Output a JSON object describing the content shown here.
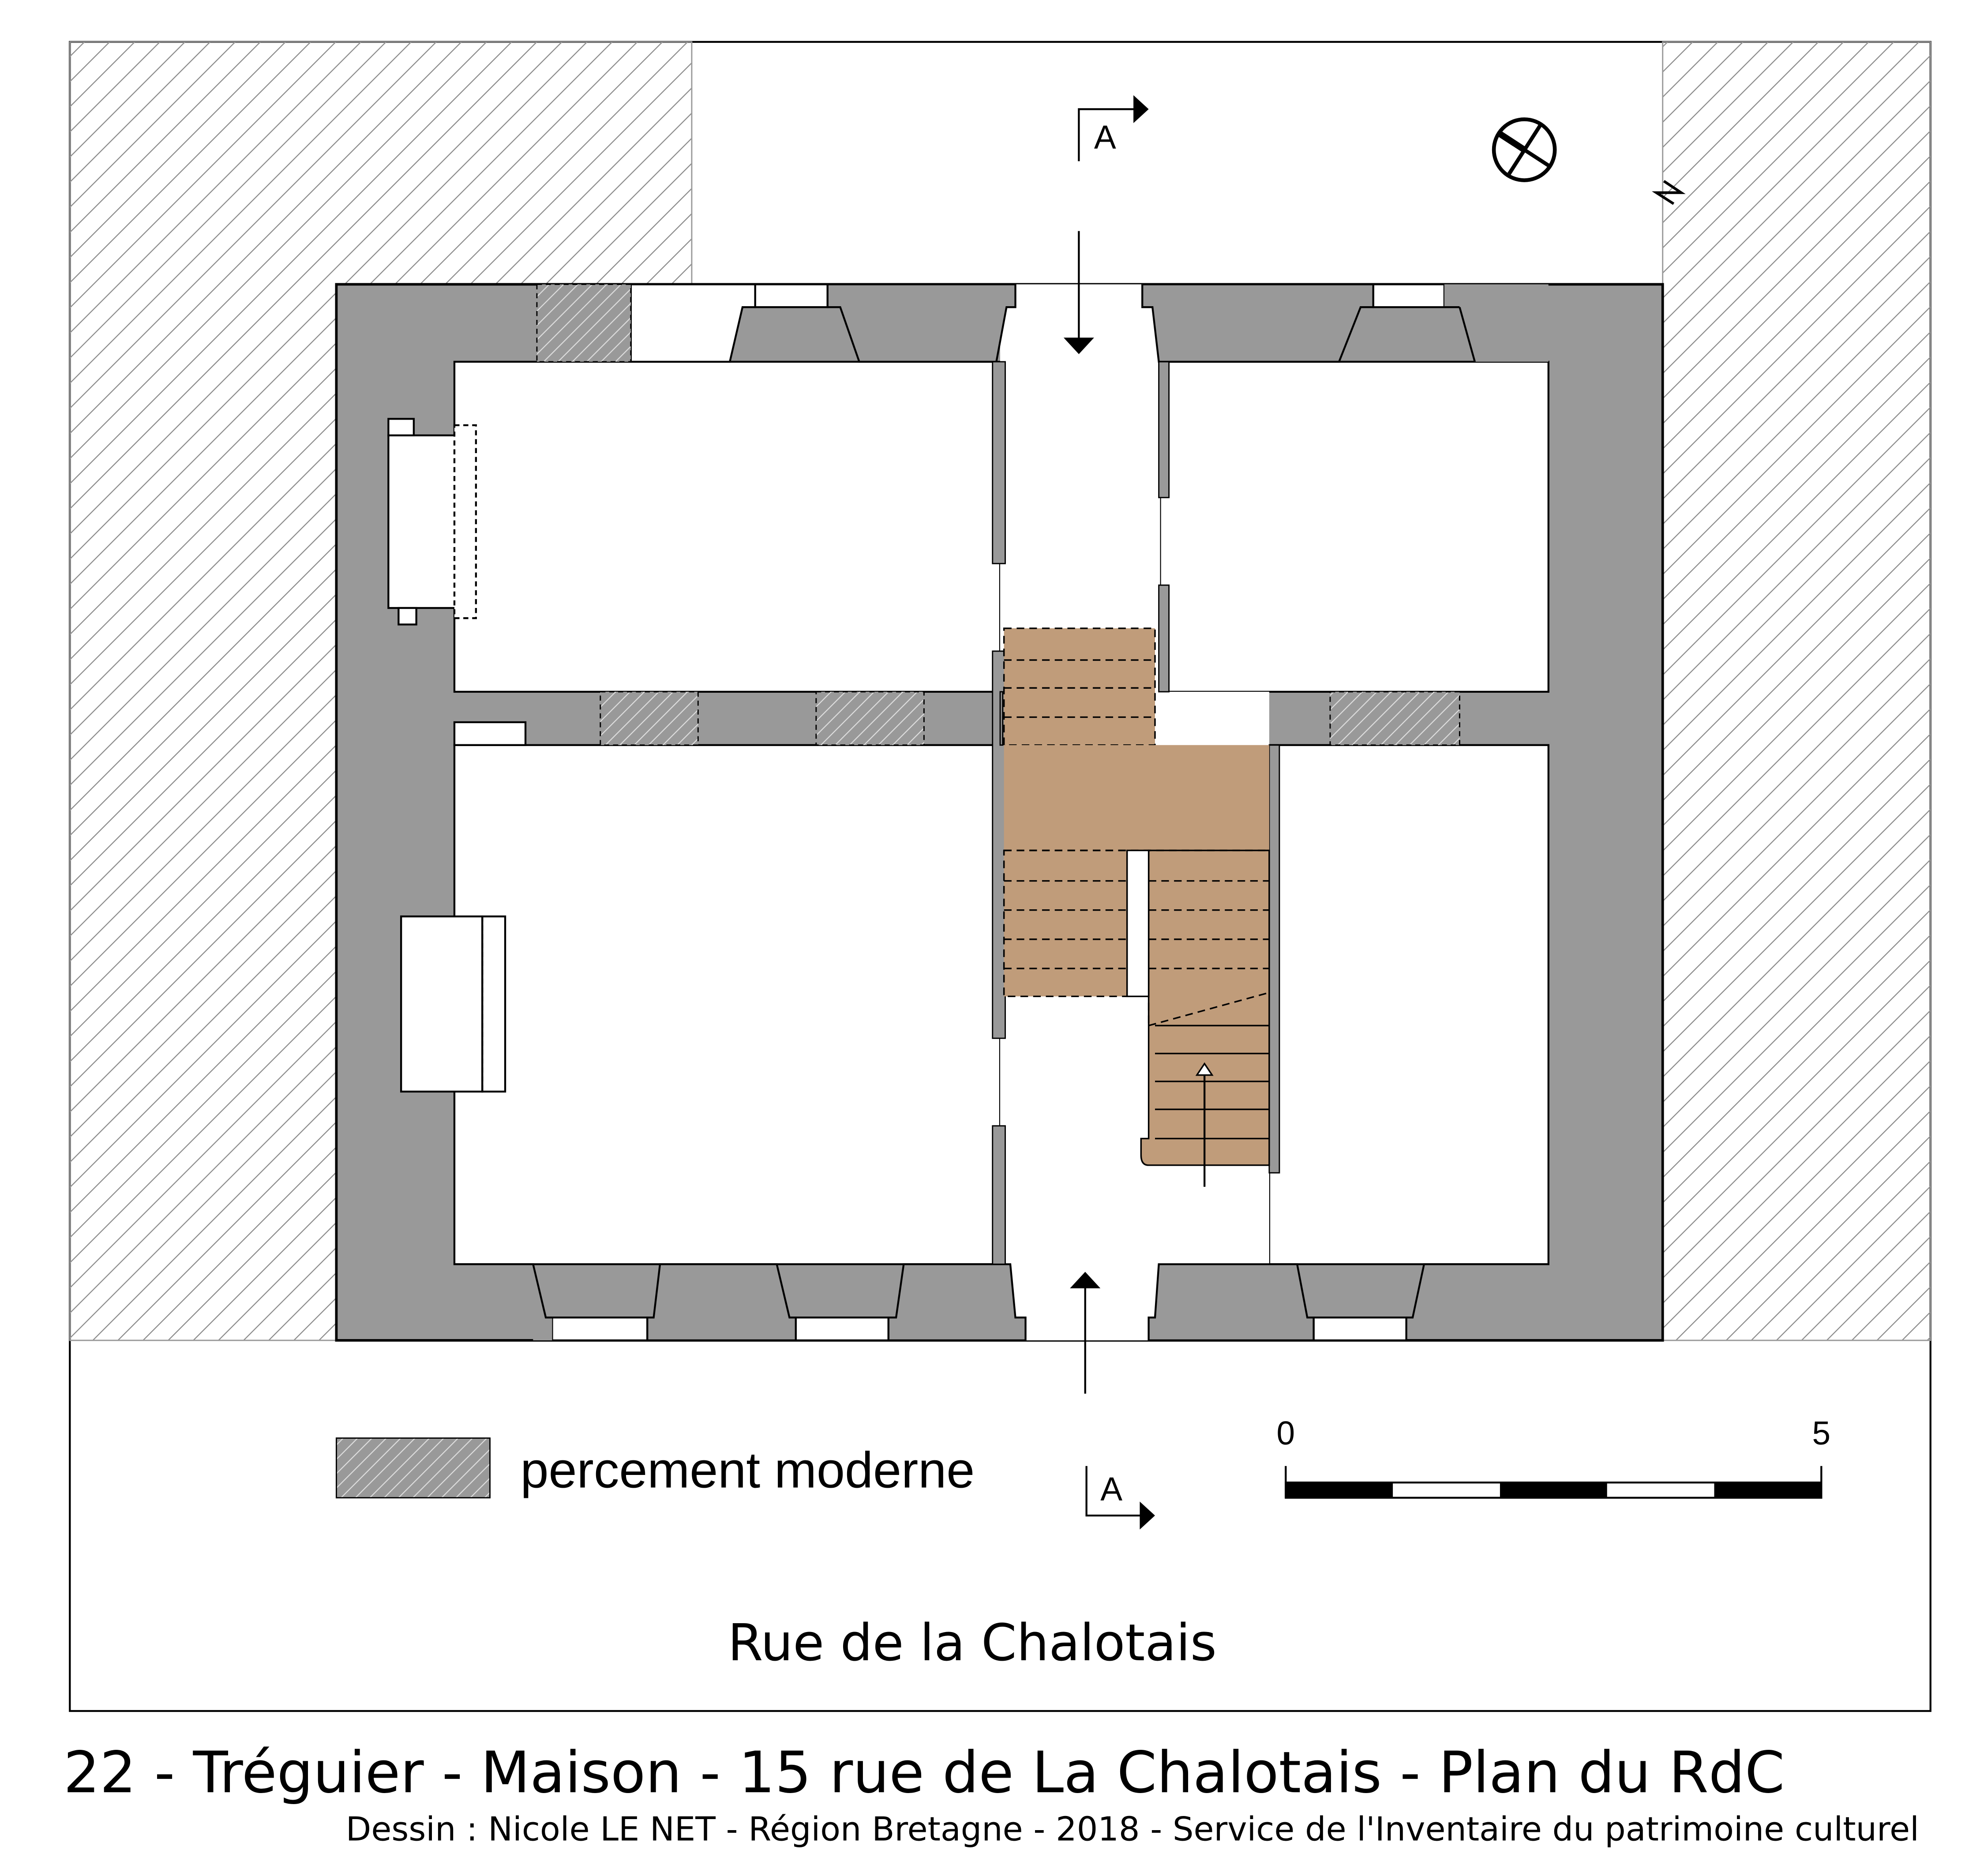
{
  "plan": {
    "title": "22 - Tréguier - Maison - 15 rue de La Chalotais - Plan du RdC",
    "credit": "Dessin : Nicole LE NET - Région Bretagne - 2018 - Service de l'Inventaire du patrimoine culturel",
    "street": "Rue de la Chalotais",
    "section_label_top": "A",
    "section_label_bottom": "A",
    "north_label": "N",
    "legend": {
      "label": "percement moderne"
    },
    "scale_bar": {
      "start_label": "0",
      "end_label": "5",
      "segments": 5
    }
  },
  "colors": {
    "wall": "#999999",
    "stair": "#C09C7A",
    "hatch": "#8a8a8a"
  }
}
